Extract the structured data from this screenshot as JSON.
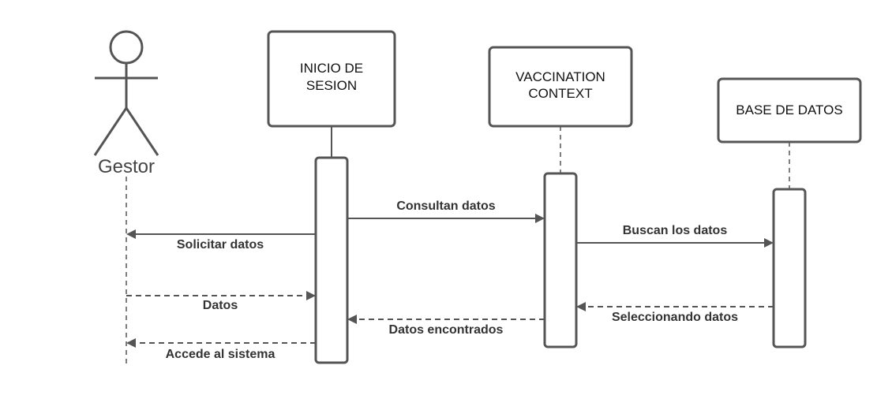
{
  "diagram": {
    "actor": {
      "name": "Gestor"
    },
    "lifelines": [
      {
        "lines": [
          "INICIO DE",
          "SESION"
        ]
      },
      {
        "lines": [
          "VACCINATION",
          "CONTEXT"
        ]
      },
      {
        "lines": [
          "BASE DE DATOS"
        ]
      }
    ],
    "messages": [
      {
        "label": "Consultan datos",
        "style": "solid"
      },
      {
        "label": "Solicitar datos",
        "style": "solid"
      },
      {
        "label": "Buscan los datos",
        "style": "solid"
      },
      {
        "label": "Datos",
        "style": "dashed"
      },
      {
        "label": "Seleccionando datos",
        "style": "dashed"
      },
      {
        "label": "Datos encontrados",
        "style": "dashed"
      },
      {
        "label": "Accede al sistema",
        "style": "dashed"
      }
    ],
    "colors": {
      "stroke": "#555555",
      "text": "#333333",
      "fill": "#ffffff"
    }
  }
}
